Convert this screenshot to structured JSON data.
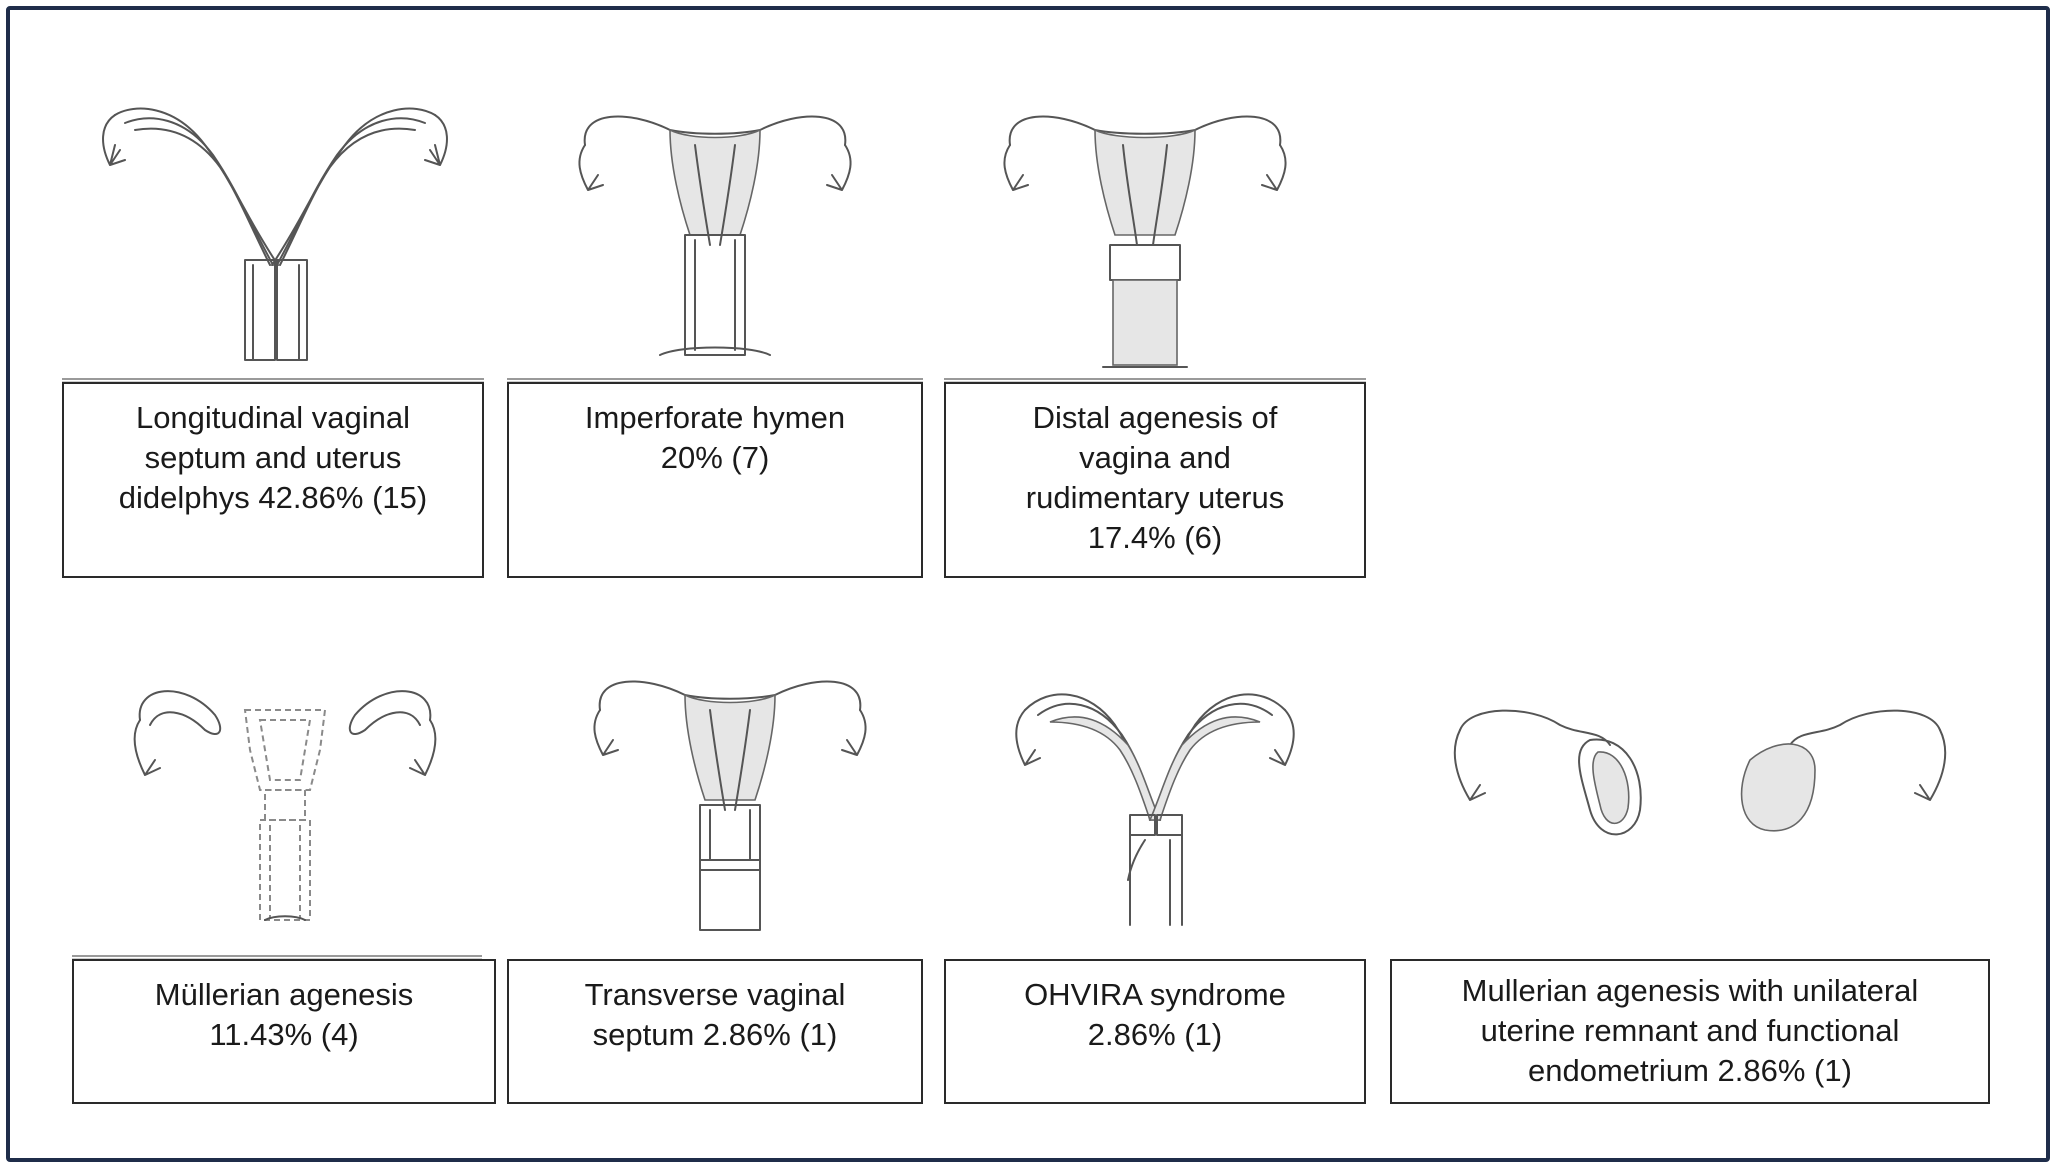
{
  "panels": [
    {
      "icon": "uterus-didelphys-icon",
      "lines": [
        "Longitudinal vaginal",
        "septum and uterus",
        "didelphys 42.86% (15)"
      ]
    },
    {
      "icon": "imperforate-hymen-icon",
      "lines": [
        "Imperforate hymen",
        "20% (7)"
      ]
    },
    {
      "icon": "distal-vaginal-agenesis-icon",
      "lines": [
        "Distal agenesis of",
        "vagina and",
        "rudimentary uterus",
        "17.4% (6)"
      ]
    },
    {
      "icon": "mullerian-agenesis-icon",
      "lines": [
        "Müllerian agenesis",
        "11.43% (4)"
      ]
    },
    {
      "icon": "transverse-septum-icon",
      "lines": [
        "Transverse vaginal",
        "septum 2.86% (1)"
      ]
    },
    {
      "icon": "ohvira-icon",
      "lines": [
        "OHVIRA syndrome",
        "2.86% (1)"
      ]
    },
    {
      "icon": "uterine-remnant-icon",
      "lines": [
        "Mullerian agenesis with unilateral",
        "uterine remnant and functional",
        "endometrium 2.86% (1)"
      ]
    }
  ],
  "colors": {
    "frame": "#1f2d4a",
    "box_border": "#2a2a2a",
    "tissue_fill": "#e6e6e6"
  }
}
